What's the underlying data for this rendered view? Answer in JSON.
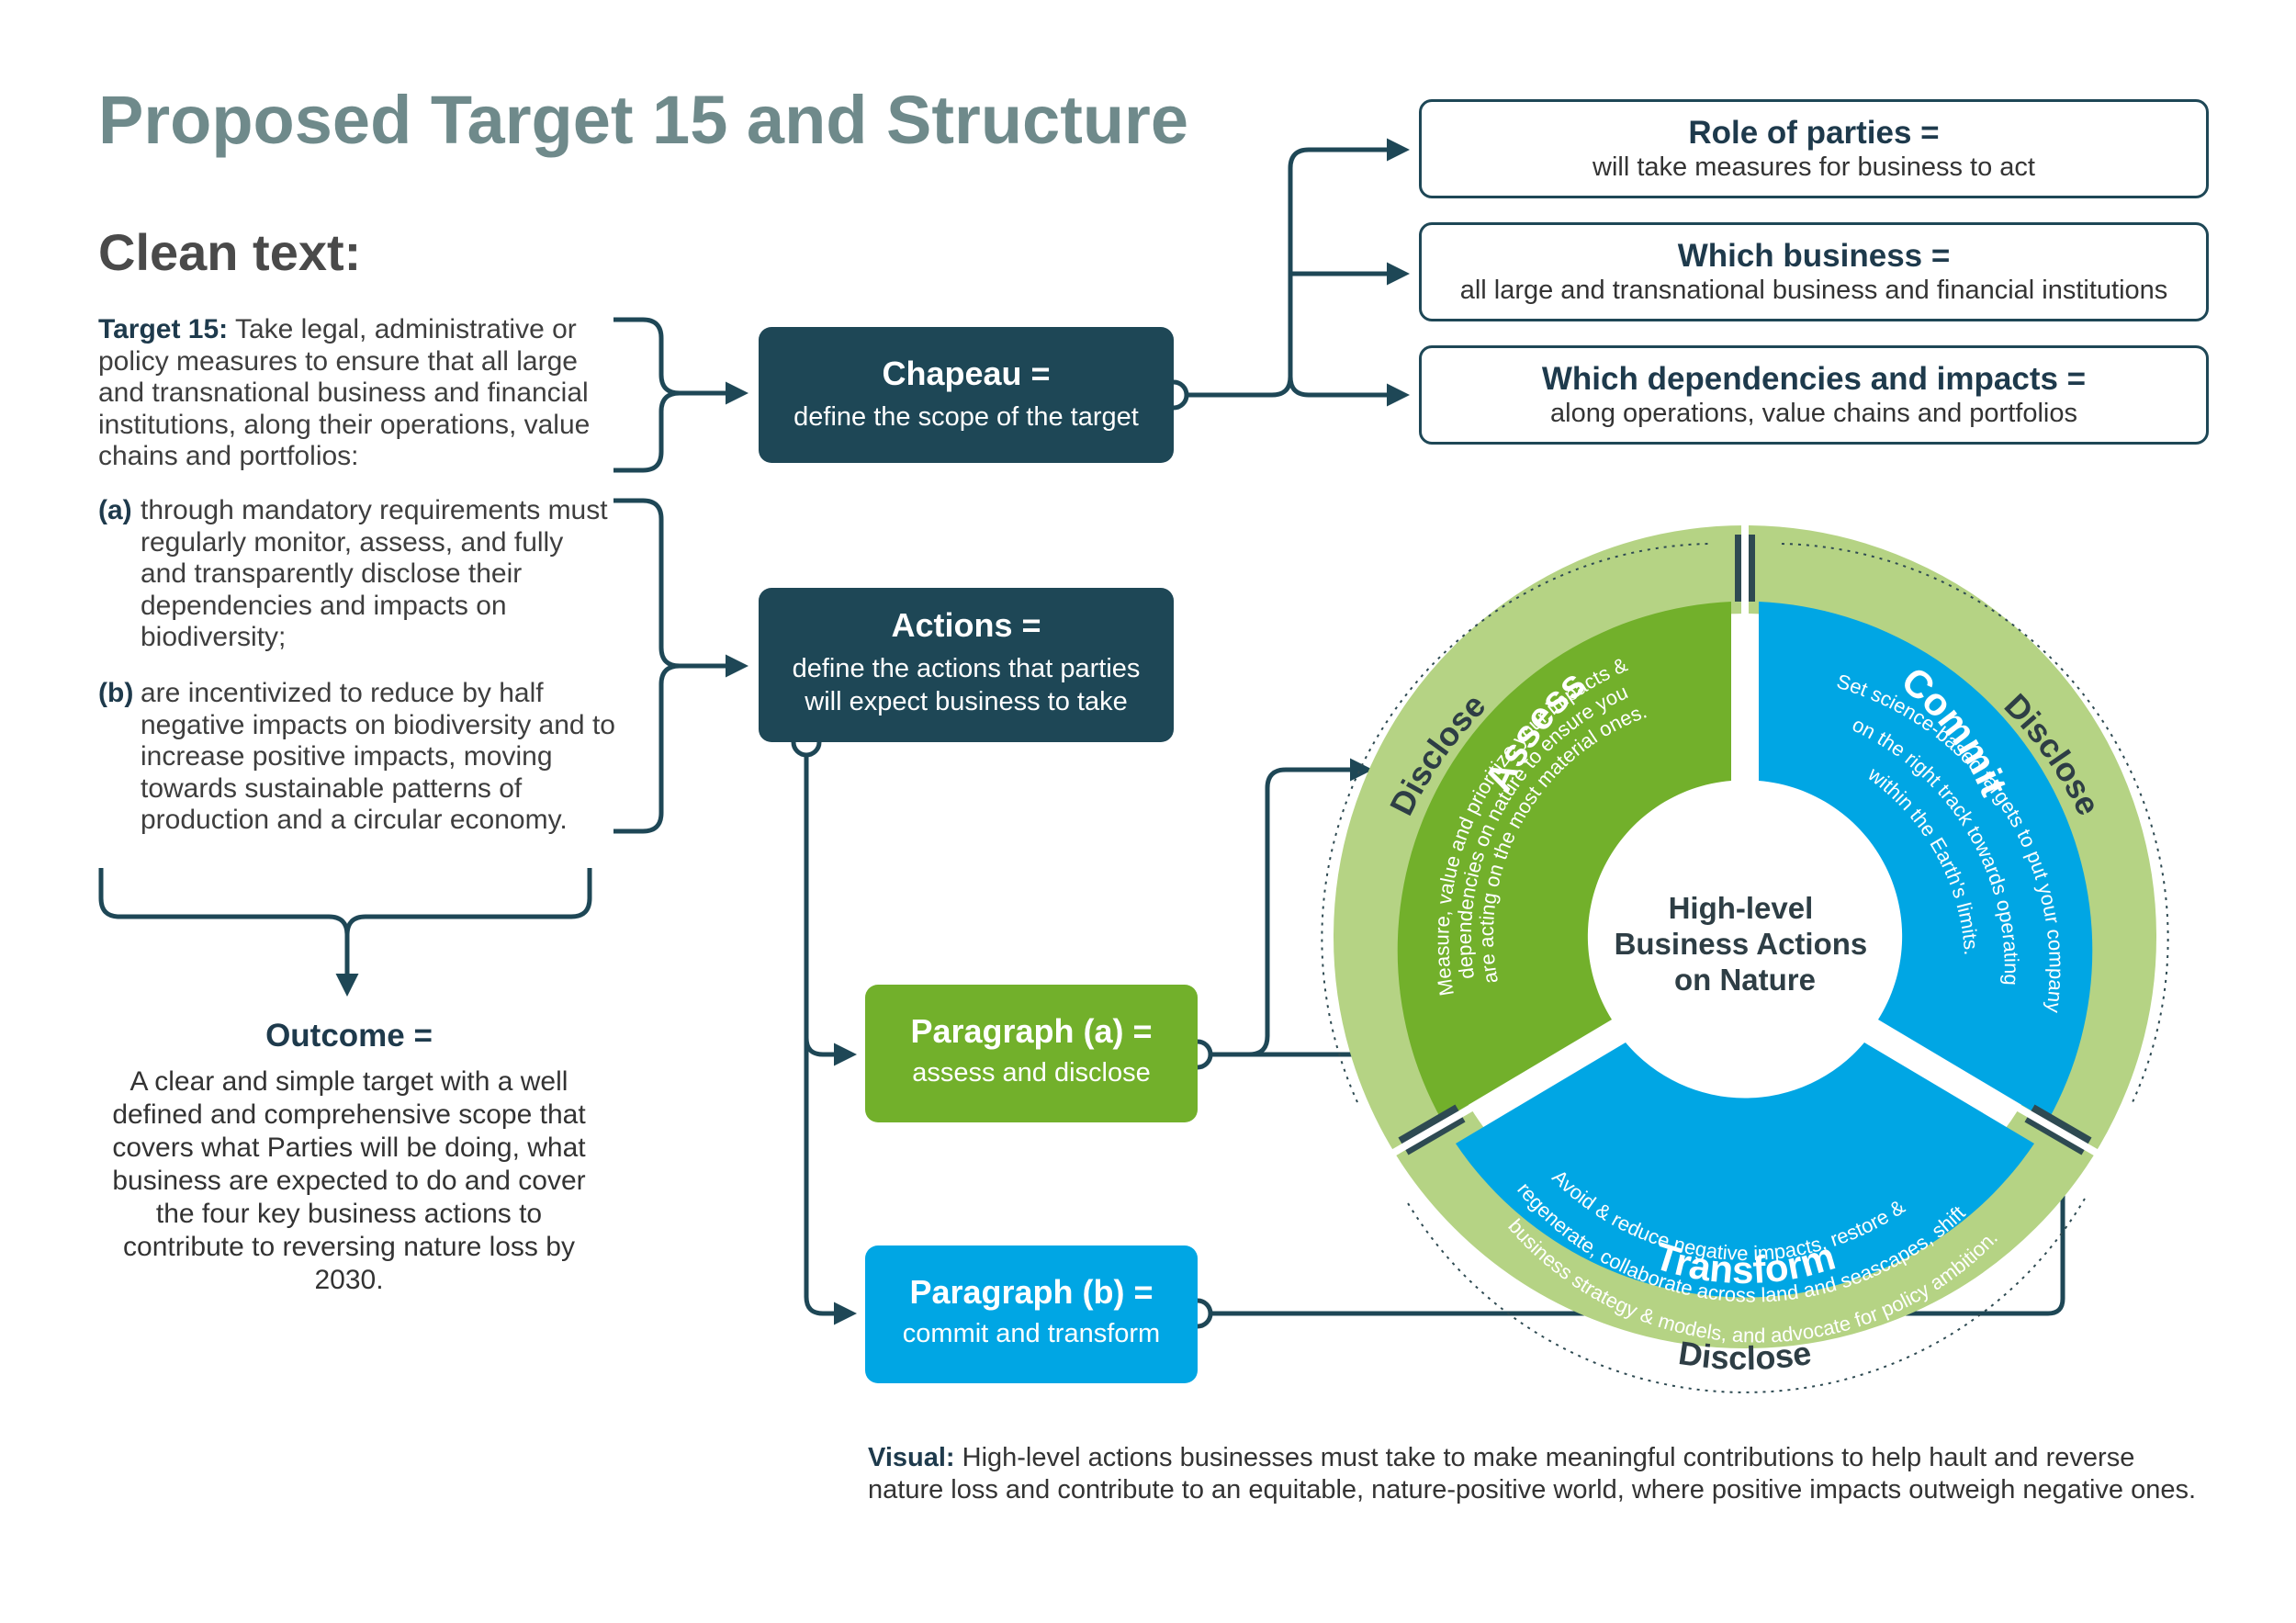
{
  "title": "Proposed Target 15 and Structure",
  "subtitle": "Clean text:",
  "target": {
    "label": "Target 15:",
    "text": "Take legal, administrative or policy measures to ensure that all large and transnational business and financial institutions, along their operations, value chains and portfolios:"
  },
  "paragraphs": [
    {
      "label": "(a)",
      "text": "through mandatory requirements must regularly monitor, assess, and fully and transparently disclose their dependencies and impacts on biodiversity;"
    },
    {
      "label": "(b)",
      "text": "are incentivized to reduce by half negative impacts on biodiversity and to increase positive impacts, moving towards sustainable patterns of production and a circular economy."
    }
  ],
  "outcome": {
    "heading": "Outcome =",
    "text": "A clear and simple target with a well defined and comprehensive scope that covers what Parties will be doing, what business are expected to do and cover the four key business actions to contribute to reversing nature loss by 2030."
  },
  "chapeau": {
    "heading": "Chapeau =",
    "sub": "define the scope of the target"
  },
  "actions": {
    "heading": "Actions =",
    "sub": "define the actions that parties will expect business to take"
  },
  "para_a": {
    "heading": "Paragraph (a) =",
    "sub": "assess and disclose"
  },
  "para_b": {
    "heading": "Paragraph (b) =",
    "sub": "commit and transform"
  },
  "scope_boxes": [
    {
      "heading": "Role of parties =",
      "sub": "will take measures for business to act"
    },
    {
      "heading": "Which business =",
      "sub": "all large and transnational business and financial institutions"
    },
    {
      "heading": "Which dependencies and impacts =",
      "sub": "along operations, value chains and portfolios"
    }
  ],
  "wheel": {
    "center_lines": [
      "High-level",
      "Business Actions",
      "on Nature"
    ],
    "assess": {
      "title": "Assess",
      "lines": [
        "Measure, value and prioritize your impacts &",
        "dependencies on nature to ensure you",
        "are acting on the most material ones."
      ]
    },
    "commit": {
      "title": "Commit",
      "lines": [
        "Set science-based targets to put your company",
        "on the right track towards operating",
        "within the Earth's limits."
      ]
    },
    "transform": {
      "title": "Transform",
      "lines": [
        "Avoid & reduce negative impacts, restore &",
        "regenerate, collaborate across land and seascapes, shift",
        "business strategy & models, and advocate for policy ambition."
      ]
    },
    "disclose_label": "Disclose"
  },
  "caption": {
    "label": "Visual:",
    "text": "High-level actions businesses must take to make meaningful contributions to help hault and reverse nature loss and contribute to an equitable, nature-positive world, where positive impacts outweigh negative ones."
  },
  "colors": {
    "dark_teal": "#1e4756",
    "green": "#72b02b",
    "light_green": "#b5d384",
    "blue": "#00a6e4",
    "title_gray": "#6f8a8b"
  }
}
